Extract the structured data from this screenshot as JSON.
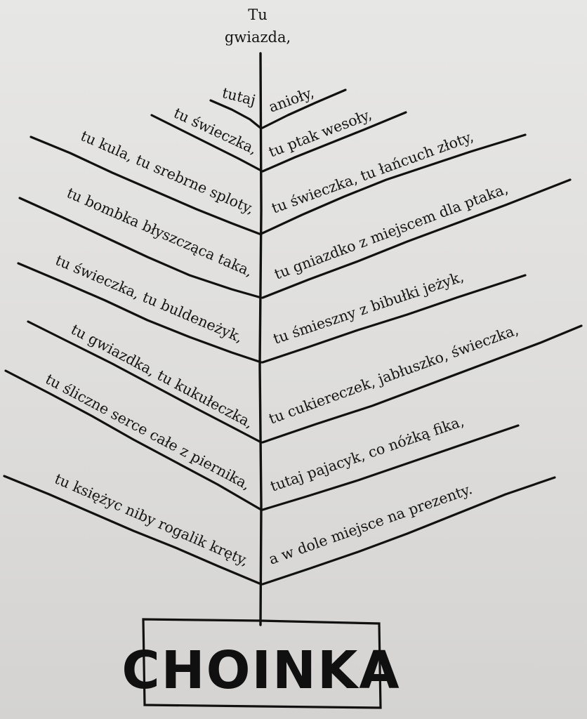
{
  "poem": {
    "top_line_1": "Tu",
    "top_line_2": "gwiazda,",
    "left_lines": [
      "tutaj",
      "tu świeczka,",
      "tu kula, tu srebrne sploty,",
      "tu bombka błyszcząca taka,",
      "tu świeczka, tu buldeneżyk,",
      "tu gwiazdka, tu kukułeczka,",
      "tu śliczne serce całe z piernika,",
      "tu księżyc niby rogalik kręty,"
    ],
    "right_lines": [
      "anioły,",
      "tu ptak wesoły,",
      "tu świeczka, tu łańcuch złoty,",
      "tu gniazdko z miejscem dla ptaka,",
      "tu śmieszny z bibułki jeżyk,",
      "tu cukiereczek, jabłuszko, świeczka,",
      "tutaj pajacyk, co nóżką fika,",
      "a w dole miejsce na prezenty."
    ]
  },
  "title": "CHOINKA"
}
